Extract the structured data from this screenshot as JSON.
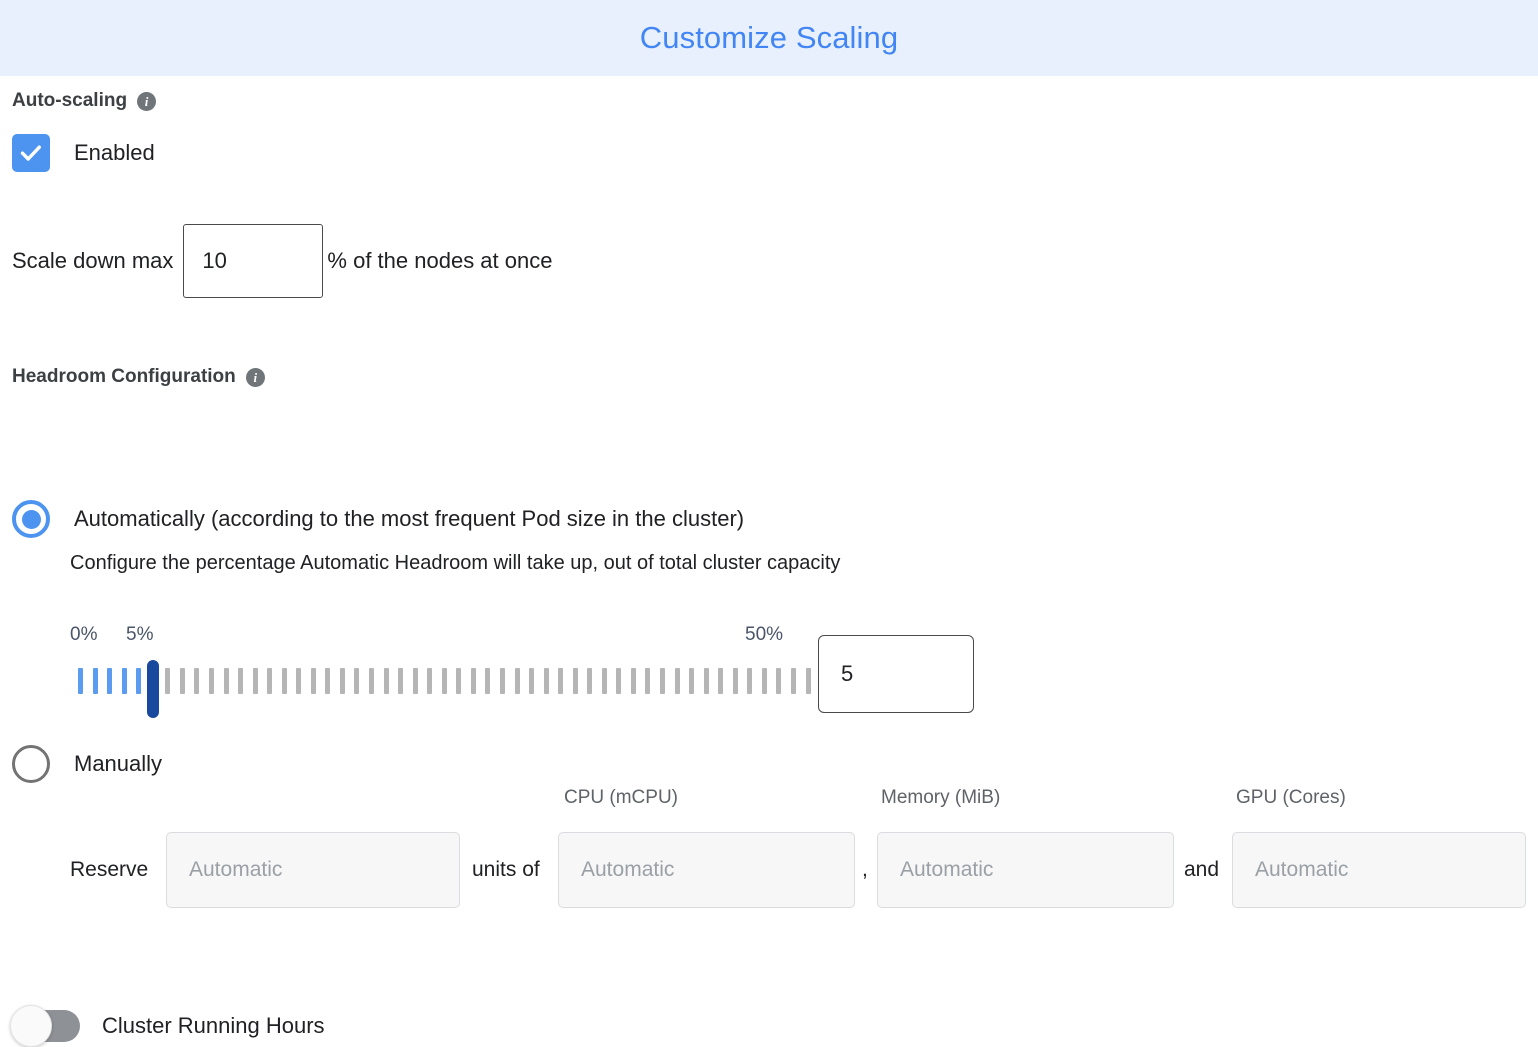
{
  "dialog": {
    "title": "Customize Scaling",
    "title_color": "#4285f4",
    "header_bg": "#e9f0fd"
  },
  "autoscaling": {
    "heading": "Auto-scaling",
    "info_glyph": "i",
    "enabled_label": "Enabled",
    "enabled_checked": true,
    "checkbox_color": "#4d94f0"
  },
  "scale_down": {
    "prefix_label": "Scale down max",
    "value": "10",
    "suffix_label": "% of the nodes at once"
  },
  "headroom": {
    "heading": "Headroom Configuration",
    "info_glyph": "i",
    "option_auto_label": "Automatically (according to the most frequent Pod size in the cluster)",
    "option_auto_selected": true,
    "auto_description": "Configure the percentage Automatic Headroom will take up, out of total cluster capacity",
    "option_manual_label": "Manually",
    "option_manual_selected": false,
    "radio_color": "#4d94f0"
  },
  "slider": {
    "min_label": "0%",
    "current_label": "5%",
    "max_label": "50%",
    "min": 0,
    "max": 50,
    "value": 5,
    "tick_count": 51,
    "value_box": "5",
    "filled_color": "#5b9bf0",
    "empty_color": "#b5b5b5",
    "thumb_color": "#19499c"
  },
  "reserve": {
    "lead_label": "Reserve",
    "units_of_label": "units of",
    "comma_label": ",",
    "and_label": "and",
    "headers": [
      {
        "name": "cpu",
        "label": "CPU (mCPU)"
      },
      {
        "name": "memory",
        "label": "Memory (MiB)"
      },
      {
        "name": "gpu",
        "label": "GPU (Cores)"
      }
    ],
    "fields": [
      {
        "name": "units",
        "placeholder": "Automatic",
        "value": ""
      },
      {
        "name": "cpu",
        "placeholder": "Automatic",
        "value": ""
      },
      {
        "name": "memory",
        "placeholder": "Automatic",
        "value": ""
      },
      {
        "name": "gpu",
        "placeholder": "Automatic",
        "value": ""
      }
    ]
  },
  "cluster_running_hours": {
    "label": "Cluster Running Hours",
    "enabled": false
  }
}
